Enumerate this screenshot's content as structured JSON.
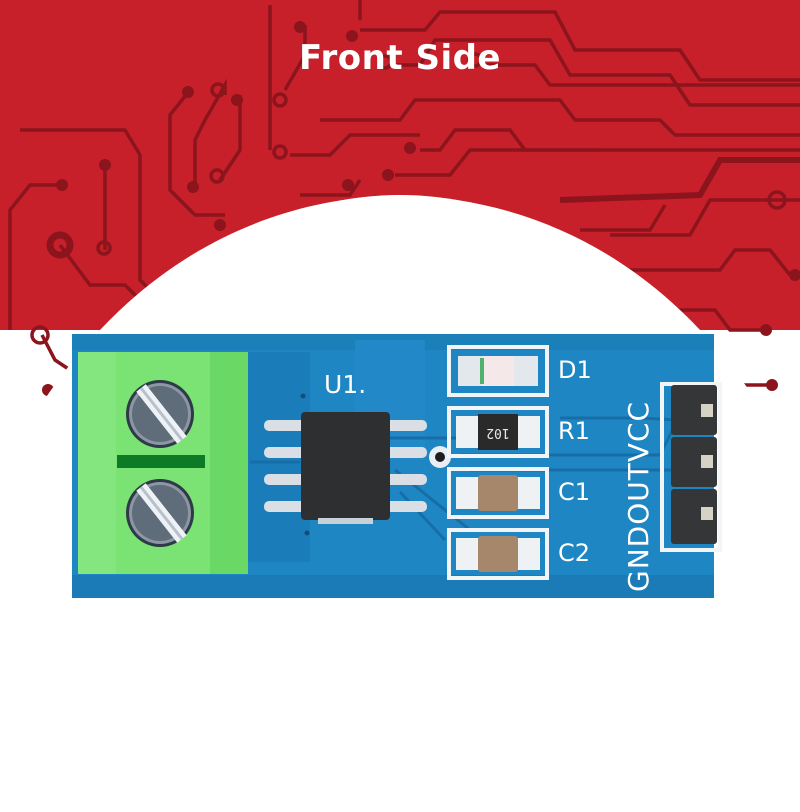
{
  "banner": {
    "title": "Front Side",
    "background_color": "#c8202a",
    "trace_color": "#8c141c"
  },
  "board": {
    "pcb_color": "#1f86c4",
    "terminal_block_color": "#6fdc6a",
    "chip_label": "U1.",
    "components": [
      {
        "ref": "D1",
        "type": "LED"
      },
      {
        "ref": "R1",
        "type": "resistor",
        "marking": "102"
      },
      {
        "ref": "C1",
        "type": "capacitor"
      },
      {
        "ref": "C2",
        "type": "capacitor"
      }
    ],
    "header_pins_label": "GNDOUTVCC",
    "pins": [
      "VCC",
      "OUT",
      "GND"
    ]
  }
}
